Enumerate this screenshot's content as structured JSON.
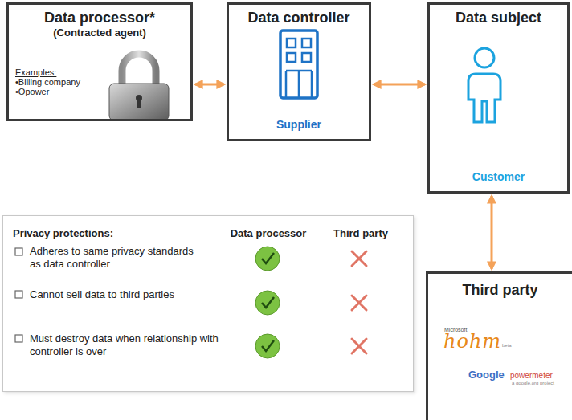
{
  "diagram": {
    "nodes": [
      {
        "text": [
          "Data processor*",
          "(Contracted agent)",
          "Examples:",
          "•Billing company",
          "•Opower"
        ]
      },
      {
        "text": [
          "Data controller",
          "Supplier"
        ]
      },
      {
        "text": [
          "Data subject",
          "Customer"
        ]
      },
      {
        "text": [
          "Privacy protections:",
          "Data processor",
          "Third party",
          "Adheres to same privacy standards as data controller",
          "Cannot sell data to third parties",
          "Must destroy data when relationship with controller is over"
        ]
      },
      {
        "text": [
          "Third party",
          "Microsoft",
          "hohm",
          "beta",
          "Google",
          "powermeter",
          "a google.org project"
        ]
      }
    ],
    "edges": [
      {
        "from": 0,
        "to": 1,
        "arrow": "both"
      },
      {
        "from": 1,
        "to": 2,
        "arrow": "both"
      },
      {
        "from": 2,
        "to": 4,
        "arrow": "both"
      }
    ]
  }
}
